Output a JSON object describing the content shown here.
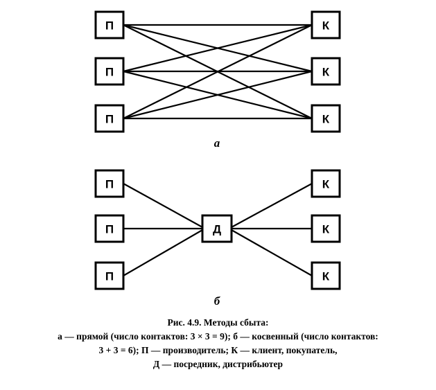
{
  "diagram_a": {
    "label": "а",
    "left_nodes": [
      "П",
      "П",
      "П"
    ],
    "right_nodes": [
      "К",
      "К",
      "К"
    ]
  },
  "diagram_b": {
    "label": "б",
    "left_nodes": [
      "П",
      "П",
      "П"
    ],
    "center_node": "Д",
    "right_nodes": [
      "К",
      "К",
      "К"
    ]
  },
  "caption": {
    "title": "Рис. 4.9. Методы сбыта:",
    "line1": "а — прямой (число контактов: 3 × 3 = 9); б — косвенный (число контактов:",
    "line2": "3 + 3 = 6); П — производитель; К — клиент, покупатель,",
    "line3": "Д — посредник, дистрибьютер"
  }
}
